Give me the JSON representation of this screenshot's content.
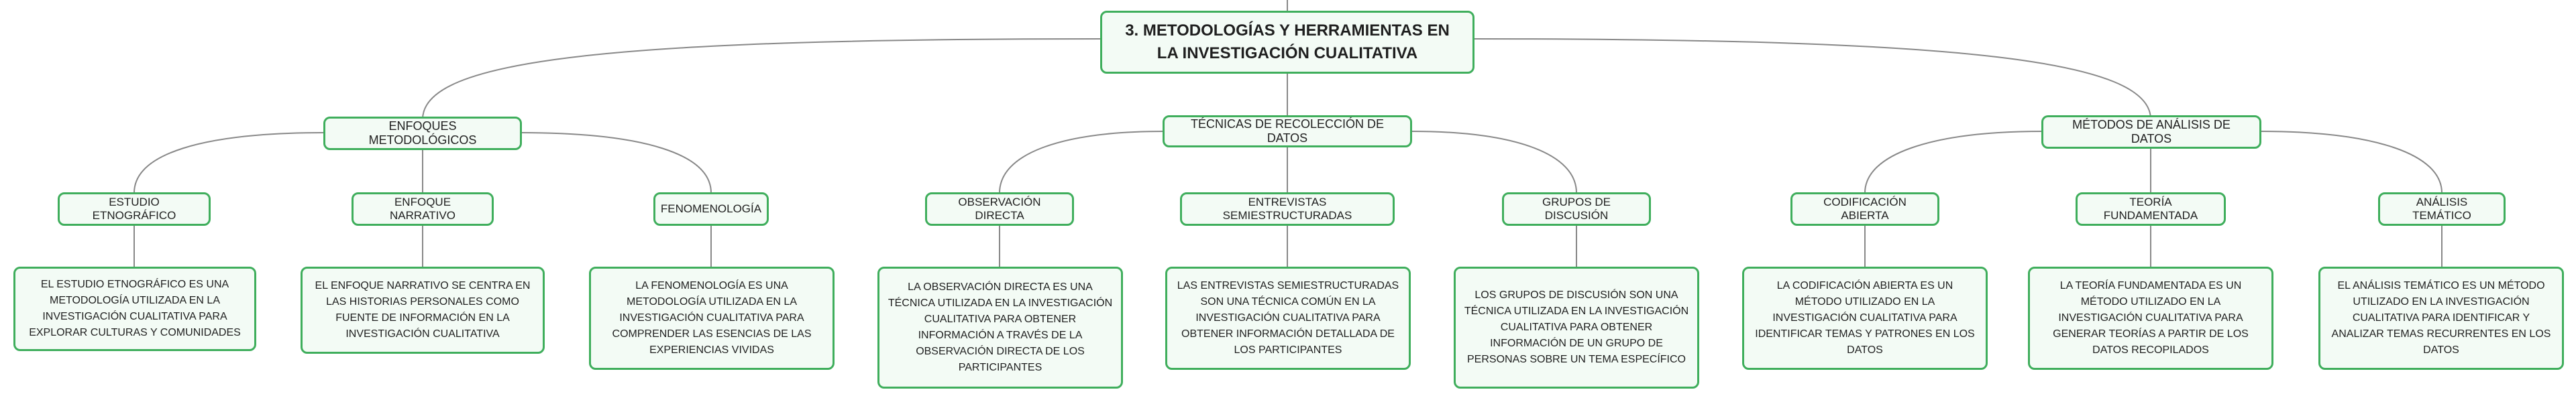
{
  "root": {
    "title": "3. METODOLOGÍAS Y HERRAMIENTAS EN LA INVESTIGACIÓN CUALITATIVA"
  },
  "branches": [
    {
      "label": "ENFOQUES METODOLÓGICOS",
      "children": [
        {
          "label": "ESTUDIO ETNOGRÁFICO",
          "description": "EL ESTUDIO ETNOGRÁFICO ES UNA METODOLOGÍA UTILIZADA EN LA INVESTIGACIÓN CUALITATIVA PARA EXPLORAR CULTURAS Y COMUNIDADES"
        },
        {
          "label": "ENFOQUE NARRATIVO",
          "description": "EL ENFOQUE NARRATIVO SE CENTRA EN LAS HISTORIAS PERSONALES COMO FUENTE DE INFORMACIÓN EN LA INVESTIGACIÓN CUALITATIVA"
        },
        {
          "label": "FENOMENOLOGÍA",
          "description": "LA FENOMENOLOGÍA ES UNA METODOLOGÍA UTILIZADA EN LA INVESTIGACIÓN CUALITATIVA PARA COMPRENDER LAS ESENCIAS DE LAS EXPERIENCIAS VIVIDAS"
        }
      ]
    },
    {
      "label": "TÉCNICAS DE RECOLECCIÓN DE DATOS",
      "children": [
        {
          "label": "OBSERVACIÓN DIRECTA",
          "description": "LA OBSERVACIÓN DIRECTA ES UNA TÉCNICA UTILIZADA EN LA INVESTIGACIÓN CUALITATIVA PARA OBTENER INFORMACIÓN A TRAVÉS DE LA OBSERVACIÓN DIRECTA DE LOS PARTICIPANTES"
        },
        {
          "label": "ENTREVISTAS SEMIESTRUCTURADAS",
          "description": "LAS ENTREVISTAS SEMIESTRUCTURADAS SON UNA TÉCNICA COMÚN EN LA INVESTIGACIÓN CUALITATIVA PARA OBTENER INFORMACIÓN DETALLADA DE LOS PARTICIPANTES"
        },
        {
          "label": "GRUPOS DE DISCUSIÓN",
          "description": "LOS GRUPOS DE DISCUSIÓN SON UNA TÉCNICA UTILIZADA EN LA INVESTIGACIÓN CUALITATIVA PARA OBTENER INFORMACIÓN DE UN GRUPO DE PERSONAS SOBRE UN TEMA ESPECÍFICO"
        }
      ]
    },
    {
      "label": "MÉTODOS DE ANÁLISIS DE DATOS",
      "children": [
        {
          "label": "CODIFICACIÓN ABIERTA",
          "description": "LA CODIFICACIÓN ABIERTA ES UN MÉTODO UTILIZADO EN LA INVESTIGACIÓN CUALITATIVA PARA IDENTIFICAR TEMAS Y PATRONES EN LOS DATOS"
        },
        {
          "label": "TEORÍA FUNDAMENTADA",
          "description": "LA TEORÍA FUNDAMENTADA ES UN MÉTODO UTILIZADO EN LA INVESTIGACIÓN CUALITATIVA PARA GENERAR TEORÍAS A PARTIR DE LOS DATOS RECOPILADOS"
        },
        {
          "label": "ANÁLISIS TEMÁTICO",
          "description": "EL ANÁLISIS TEMÁTICO ES UN MÉTODO UTILIZADO EN LA INVESTIGACIÓN CUALITATIVA PARA IDENTIFICAR Y ANALIZAR TEMAS RECURRENTES EN LOS DATOS"
        }
      ]
    }
  ],
  "colors": {
    "border": "#3fae5c",
    "fill": "#f3fbf5",
    "line": "#888888"
  }
}
